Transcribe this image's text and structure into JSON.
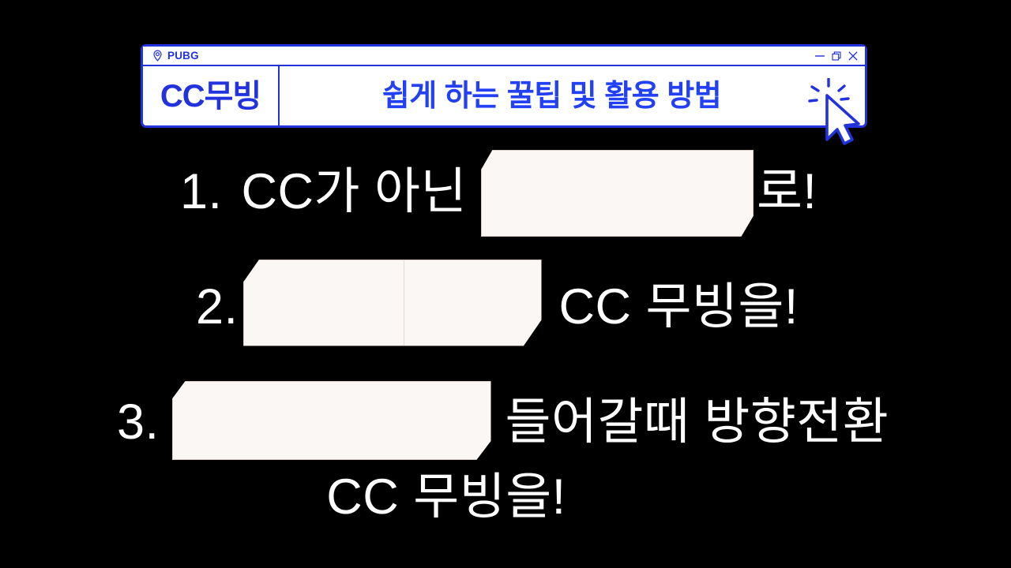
{
  "window": {
    "app_name": "PUBG",
    "pin_icon": "location-pin-icon",
    "controls": {
      "minimize": "minimize-icon",
      "restore": "restore-icon",
      "close": "close-icon"
    },
    "brand_label": "CC무빙",
    "title": "쉽게 하는 꿀팁 및 활용 방법",
    "cursor_icon": "click-cursor-icon"
  },
  "colors": {
    "background": "#000000",
    "accent_blue": "#2233dd",
    "title_blue": "#2240f5",
    "body_text": "#ffffff",
    "redaction_fill": "#faf7f5",
    "redaction_border": "#d9cbc4"
  },
  "tips": [
    {
      "number": "1.",
      "before": "CC가  아닌",
      "redacted": true,
      "redaction_count": 1,
      "after": "로!"
    },
    {
      "number": "2.",
      "before": "",
      "redacted": true,
      "redaction_count": 2,
      "after": "CC  무빙을!"
    },
    {
      "number": "3.",
      "before": "",
      "redacted": true,
      "redaction_count": 1,
      "after": "들어갈때  방향전환",
      "continuation": "CC  무빙을!"
    }
  ]
}
